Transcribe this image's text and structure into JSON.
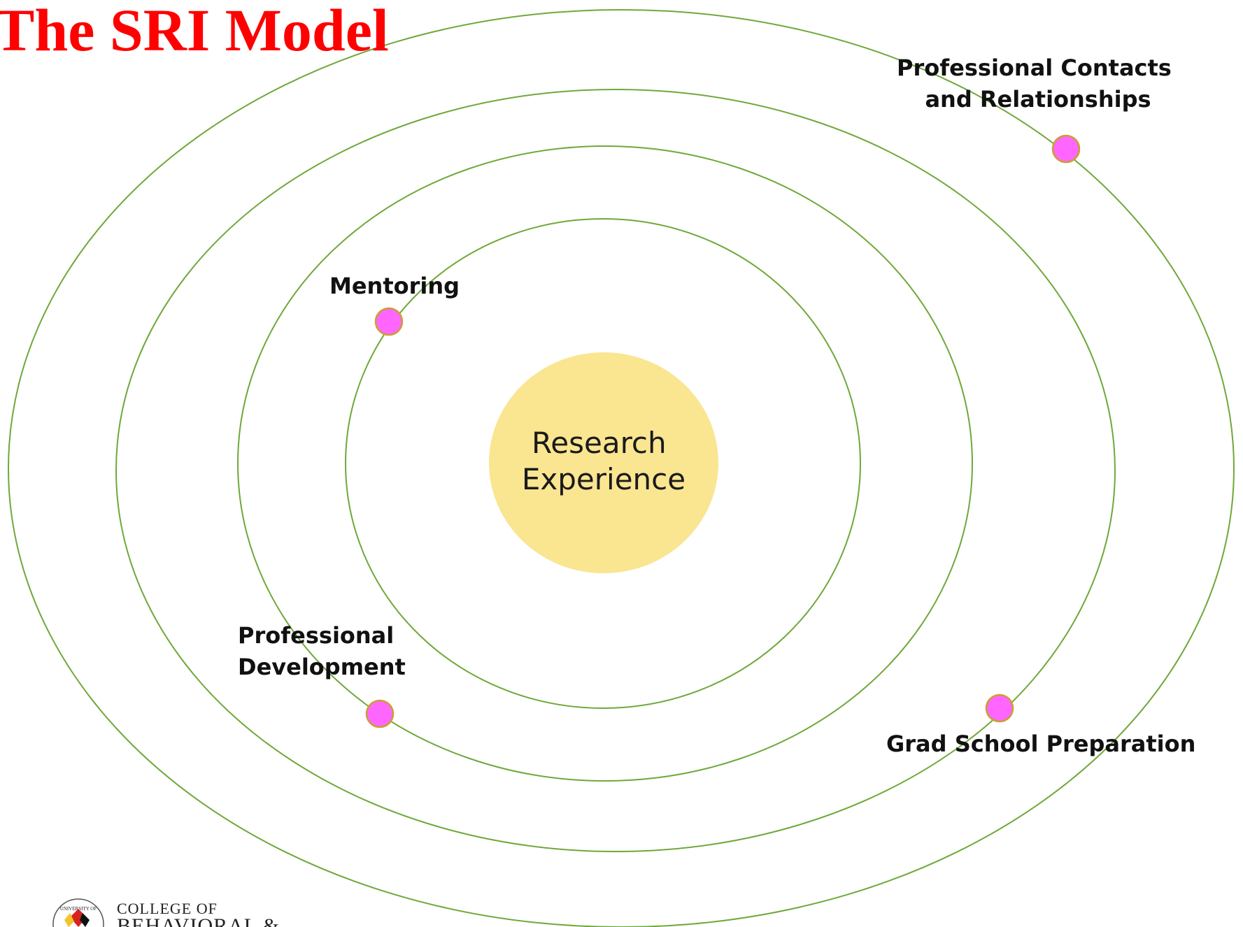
{
  "slide": {
    "title": "The SRI Model"
  },
  "diagram": {
    "center": {
      "lines": [
        "Research",
        "Experience"
      ]
    },
    "labels": {
      "mentoring": [
        "Mentoring"
      ],
      "professional_development": [
        "Professional",
        "Development"
      ],
      "grad_school": [
        "Grad School Preparation"
      ],
      "professional_contacts": [
        "Professional Contacts",
        "and Relationships"
      ]
    }
  },
  "logo": {
    "seal_text": "UNIVERSITY OF",
    "line1": "COLLEGE OF",
    "line2": "BEHAVIORAL &"
  },
  "colors": {
    "title": "#ff0000",
    "orbit": "#6fa83a",
    "dot_fill": "#ff66ff",
    "dot_stroke": "#c8a030",
    "center_fill": "#fae591"
  }
}
